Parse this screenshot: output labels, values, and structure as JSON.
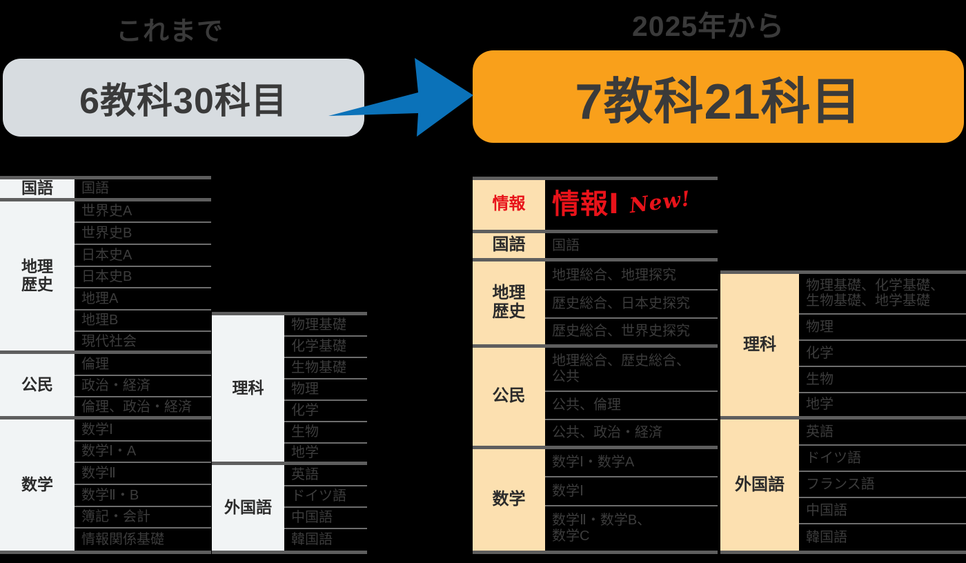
{
  "colors": {
    "before_pill_bg": "#D7DCE0",
    "after_pill_bg": "#F9A01B",
    "arrow": "#0B72B9",
    "new_red": "#E8131A",
    "cream": "#FCE0B0",
    "gray": "#F1F4F5",
    "text_dark": "#3A3A3A"
  },
  "before": {
    "caption": "これまで",
    "pill_label": "6教科30科目",
    "main_table": {
      "groups": [
        {
          "category": "国語",
          "subjects": [
            "国語"
          ]
        },
        {
          "category": "地理\n歴史",
          "subjects": [
            "世界史A",
            "世界史B",
            "日本史A",
            "日本史B",
            "地理A",
            "地理B",
            "現代社会"
          ]
        },
        {
          "category": "公民",
          "subjects": [
            "倫理",
            "政治・経済",
            "倫理、政治・経済"
          ]
        },
        {
          "category": "数学",
          "subjects": [
            "数学Ⅰ",
            "数学Ⅰ・A",
            "数学Ⅱ",
            "数学Ⅱ・B",
            "簿記・会計",
            "情報関係基礎"
          ]
        }
      ]
    },
    "sci_table": {
      "groups": [
        {
          "category": "理科",
          "subjects": [
            "物理基礎",
            "化学基礎",
            "生物基礎",
            "物理",
            "化学",
            "生物",
            "地学"
          ]
        },
        {
          "category": "外国語",
          "subjects": [
            "英語",
            "ドイツ語",
            "中国語",
            "韓国語"
          ]
        }
      ]
    }
  },
  "after": {
    "caption": "2025年から",
    "pill_label": "7教科21科目",
    "new_badge": "New!",
    "main_table": {
      "groups": [
        {
          "category": "情報",
          "highlight": true,
          "subjects": [
            "情報Ⅰ"
          ]
        },
        {
          "category": "国語",
          "subjects": [
            "国語"
          ]
        },
        {
          "category": "地理\n歴史",
          "subjects": [
            "地理総合、地理探究",
            "歴史総合、日本史探究",
            "歴史総合、世界史探究"
          ]
        },
        {
          "category": "公民",
          "subjects": [
            "地理総合、歴史総合、\n公共",
            "公共、倫理",
            "公共、政治・経済"
          ]
        },
        {
          "category": "数学",
          "subjects": [
            "数学Ⅰ・数学A",
            "数学Ⅰ",
            "数学Ⅱ・数学B、\n数学C"
          ]
        }
      ]
    },
    "sci_table": {
      "groups": [
        {
          "category": "理科",
          "subjects": [
            "物理基礎、化学基礎、\n生物基礎、地学基礎",
            "物理",
            "化学",
            "生物",
            "地学"
          ]
        },
        {
          "category": "外国語",
          "subjects": [
            "英語",
            "ドイツ語",
            "フランス語",
            "中国語",
            "韓国語"
          ]
        }
      ]
    }
  }
}
